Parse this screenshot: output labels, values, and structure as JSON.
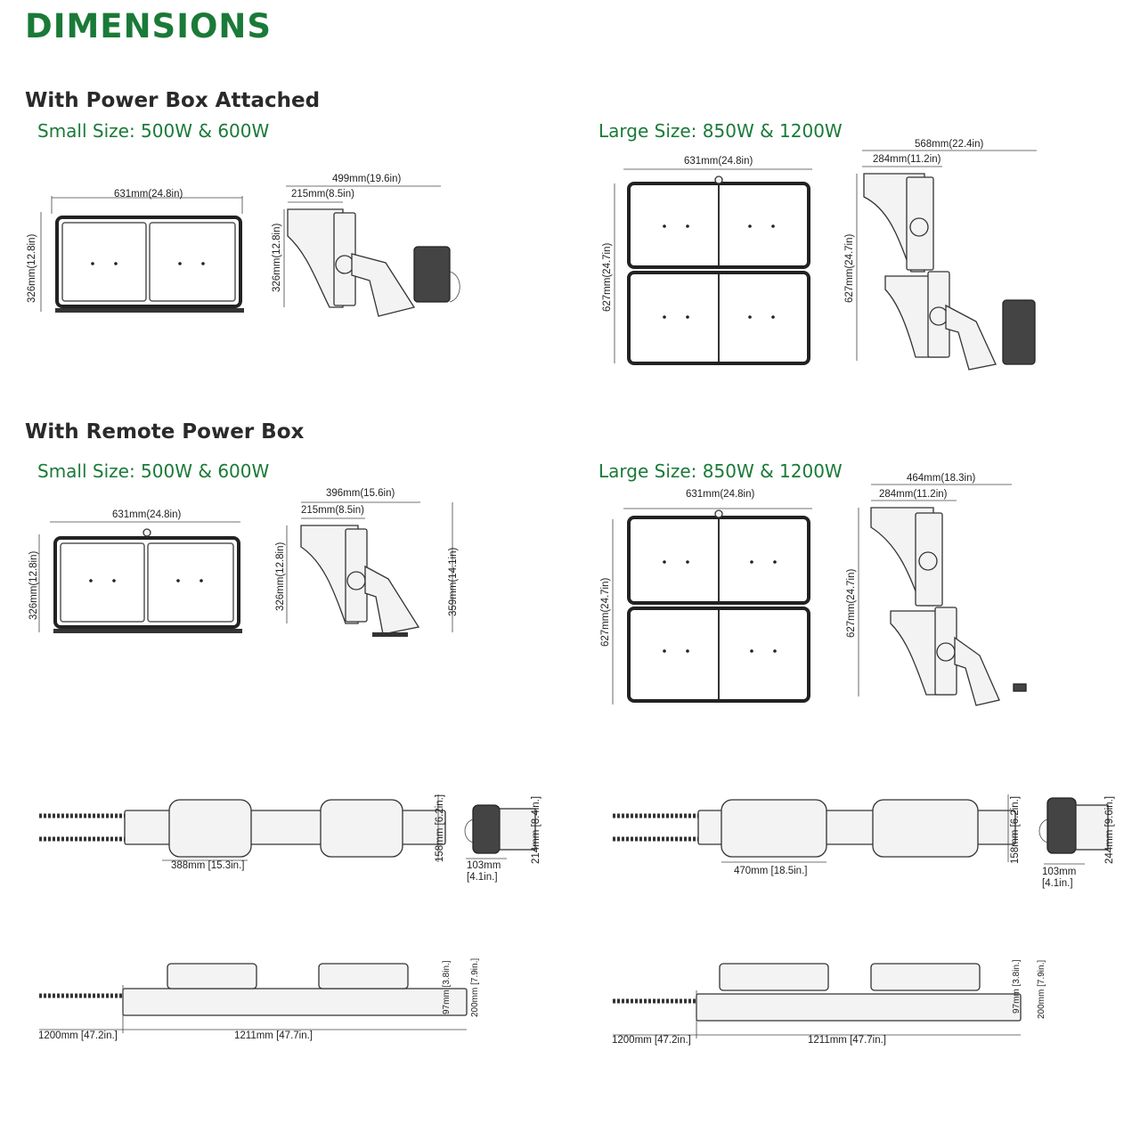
{
  "page_title": "DIMENSIONS",
  "attached": {
    "heading": "With Power Box Attached",
    "small": {
      "subtitle": "Small Size: 500W & 600W",
      "front_width": "631mm(24.8in)",
      "front_height": "326mm(12.8in)",
      "side_height": "326mm(12.8in)",
      "side_total_depth": "499mm(19.6in)",
      "side_depth": "215mm(8.5in)"
    },
    "large": {
      "subtitle": "Large Size: 850W & 1200W",
      "front_width": "631mm(24.8in)",
      "front_height": "627mm(24.7in)",
      "side_height": "627mm(24.7in)",
      "side_total_depth": "568mm(22.4in)",
      "side_depth": "284mm(11.2in)"
    }
  },
  "remote": {
    "heading": "With Remote Power Box",
    "small": {
      "subtitle": "Small Size: 500W & 600W",
      "front_width": "631mm(24.8in)",
      "front_height": "326mm(12.8in)",
      "side_height": "326mm(12.8in)",
      "side_total_depth": "396mm(15.6in)",
      "side_depth": "215mm(8.5in)",
      "side_bracket_height": "359mm(14.1in)"
    },
    "large": {
      "subtitle": "Large Size: 850W & 1200W",
      "front_width": "631mm(24.8in)",
      "front_height": "627mm(24.7in)",
      "side_height": "627mm(24.7in)",
      "side_total_depth": "464mm(18.3in)",
      "side_depth": "284mm(11.2in)"
    }
  },
  "power_box": {
    "small": {
      "top_spacing": "388mm [15.3in.]",
      "top_height": "158mm [6.2in.]",
      "end_width": "103mm",
      "end_width_in": "[4.1in.]",
      "end_height": "214mm [8.4in.]",
      "cable_length": "1200mm [47.2in.]",
      "box_length": "1211mm [47.7in.]",
      "side_height": "97mm [3.8in.]",
      "side_total_height": "200mm [7.9in.]"
    },
    "large": {
      "top_spacing": "470mm [18.5in.]",
      "top_height": "158mm [6.2in.]",
      "end_width": "103mm",
      "end_width_in": "[4.1in.]",
      "end_height": "244mm [9.6in.]",
      "cable_length": "1200mm [47.2in.]",
      "box_length": "1211mm [47.7in.]",
      "side_height": "97mm [3.8in.]",
      "side_total_height": "200mm [7.9in.]"
    }
  }
}
